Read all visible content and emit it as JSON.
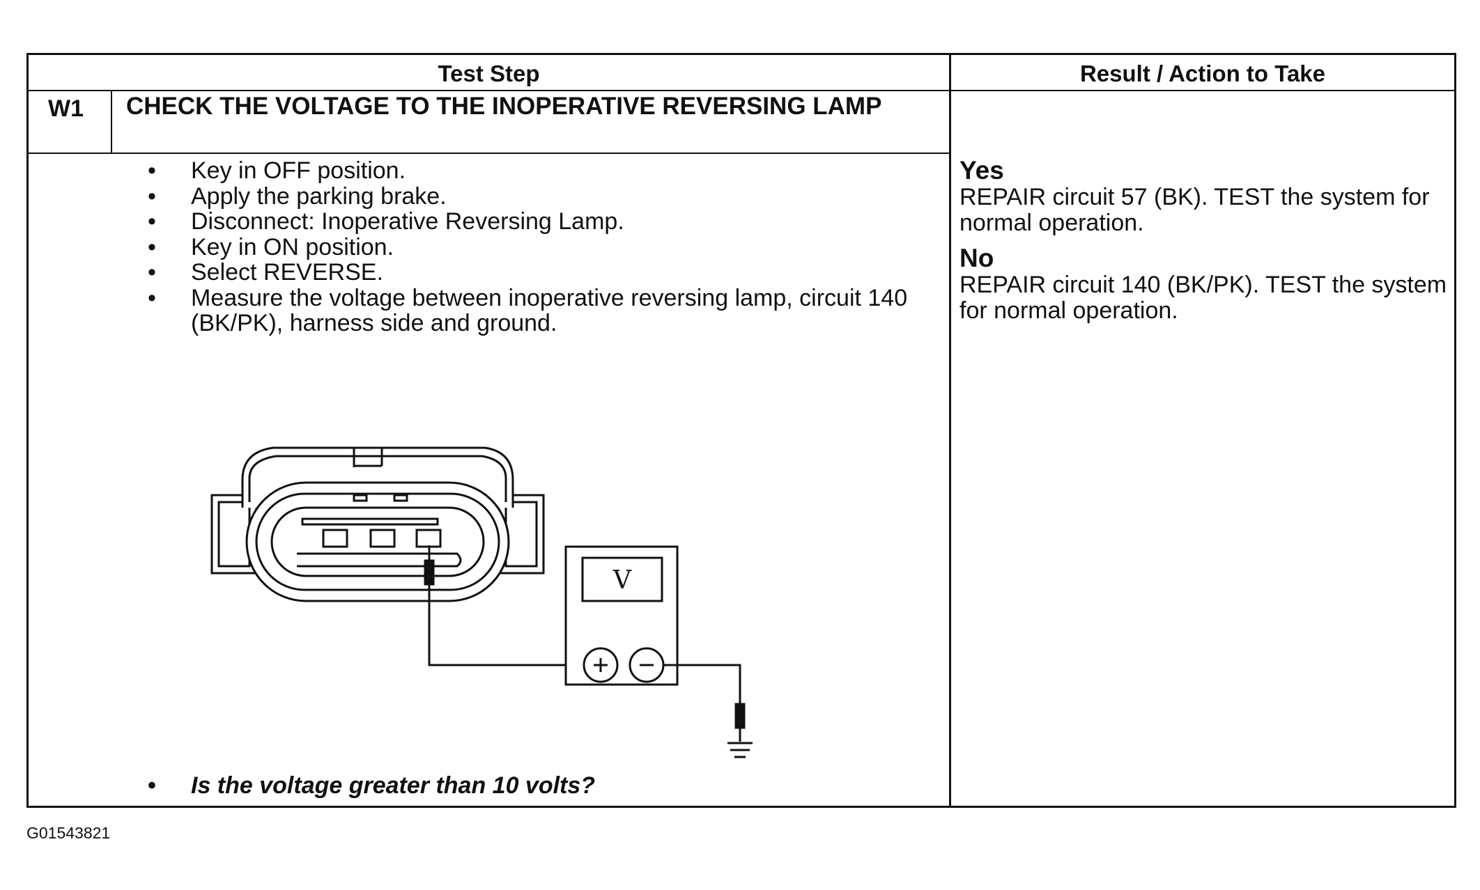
{
  "table": {
    "headers": {
      "test_step": "Test Step",
      "result_action": "Result / Action to Take"
    },
    "step": {
      "id": "W1",
      "title": "CHECK THE VOLTAGE TO THE INOPERATIVE REVERSING LAMP",
      "instructions": [
        "Key in OFF position.",
        "Apply the parking brake.",
        "Disconnect: Inoperative Reversing Lamp.",
        "Key in ON position.",
        "Select REVERSE.",
        "Measure the voltage between inoperative reversing lamp, circuit 140 (BK/PK), harness side and ground."
      ],
      "question": "Is the voltage greater than 10 volts?"
    },
    "results": [
      {
        "label": "Yes",
        "action": "REPAIR circuit 57 (BK). TEST the system for normal operation."
      },
      {
        "label": "No",
        "action": "REPAIR circuit 140 (BK/PK). TEST the system for normal operation."
      }
    ]
  },
  "diagram": {
    "meter_symbol": "V",
    "plus_symbol": "+",
    "minus_symbol": "−",
    "icons": [
      "connector-icon",
      "voltmeter-icon",
      "ground-icon"
    ]
  },
  "caption": "G01543821"
}
